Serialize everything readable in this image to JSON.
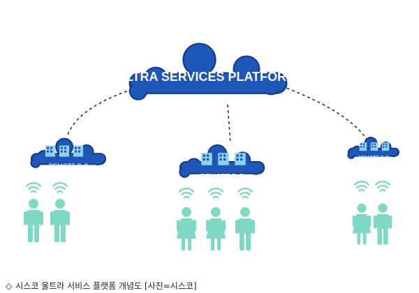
{
  "diagram": {
    "platform": {
      "label": "ULTRA SERVICES PLATFORM"
    },
    "datacenters": [
      {
        "label": "REMOTE D.C",
        "users": [
          "male",
          "male"
        ]
      },
      {
        "label": "REMOTE D.C",
        "users": [
          "female",
          "female",
          "male"
        ]
      },
      {
        "label": "REMOTE D.C",
        "users": [
          "female",
          "male"
        ]
      }
    ]
  },
  "colors": {
    "cloud_fill": "#1f57b9",
    "cloud_stroke": "#0f3a86",
    "person": "#7fd8c4",
    "building": "#8fd2f0",
    "link": "#333333"
  },
  "icons": [
    "cloud-icon",
    "building-icon",
    "person-icon",
    "wifi-icon"
  ],
  "caption": {
    "symbol": "◇",
    "text": "시스코 울트라 서비스 플랫폼 개념도 [사진=시스코]"
  }
}
